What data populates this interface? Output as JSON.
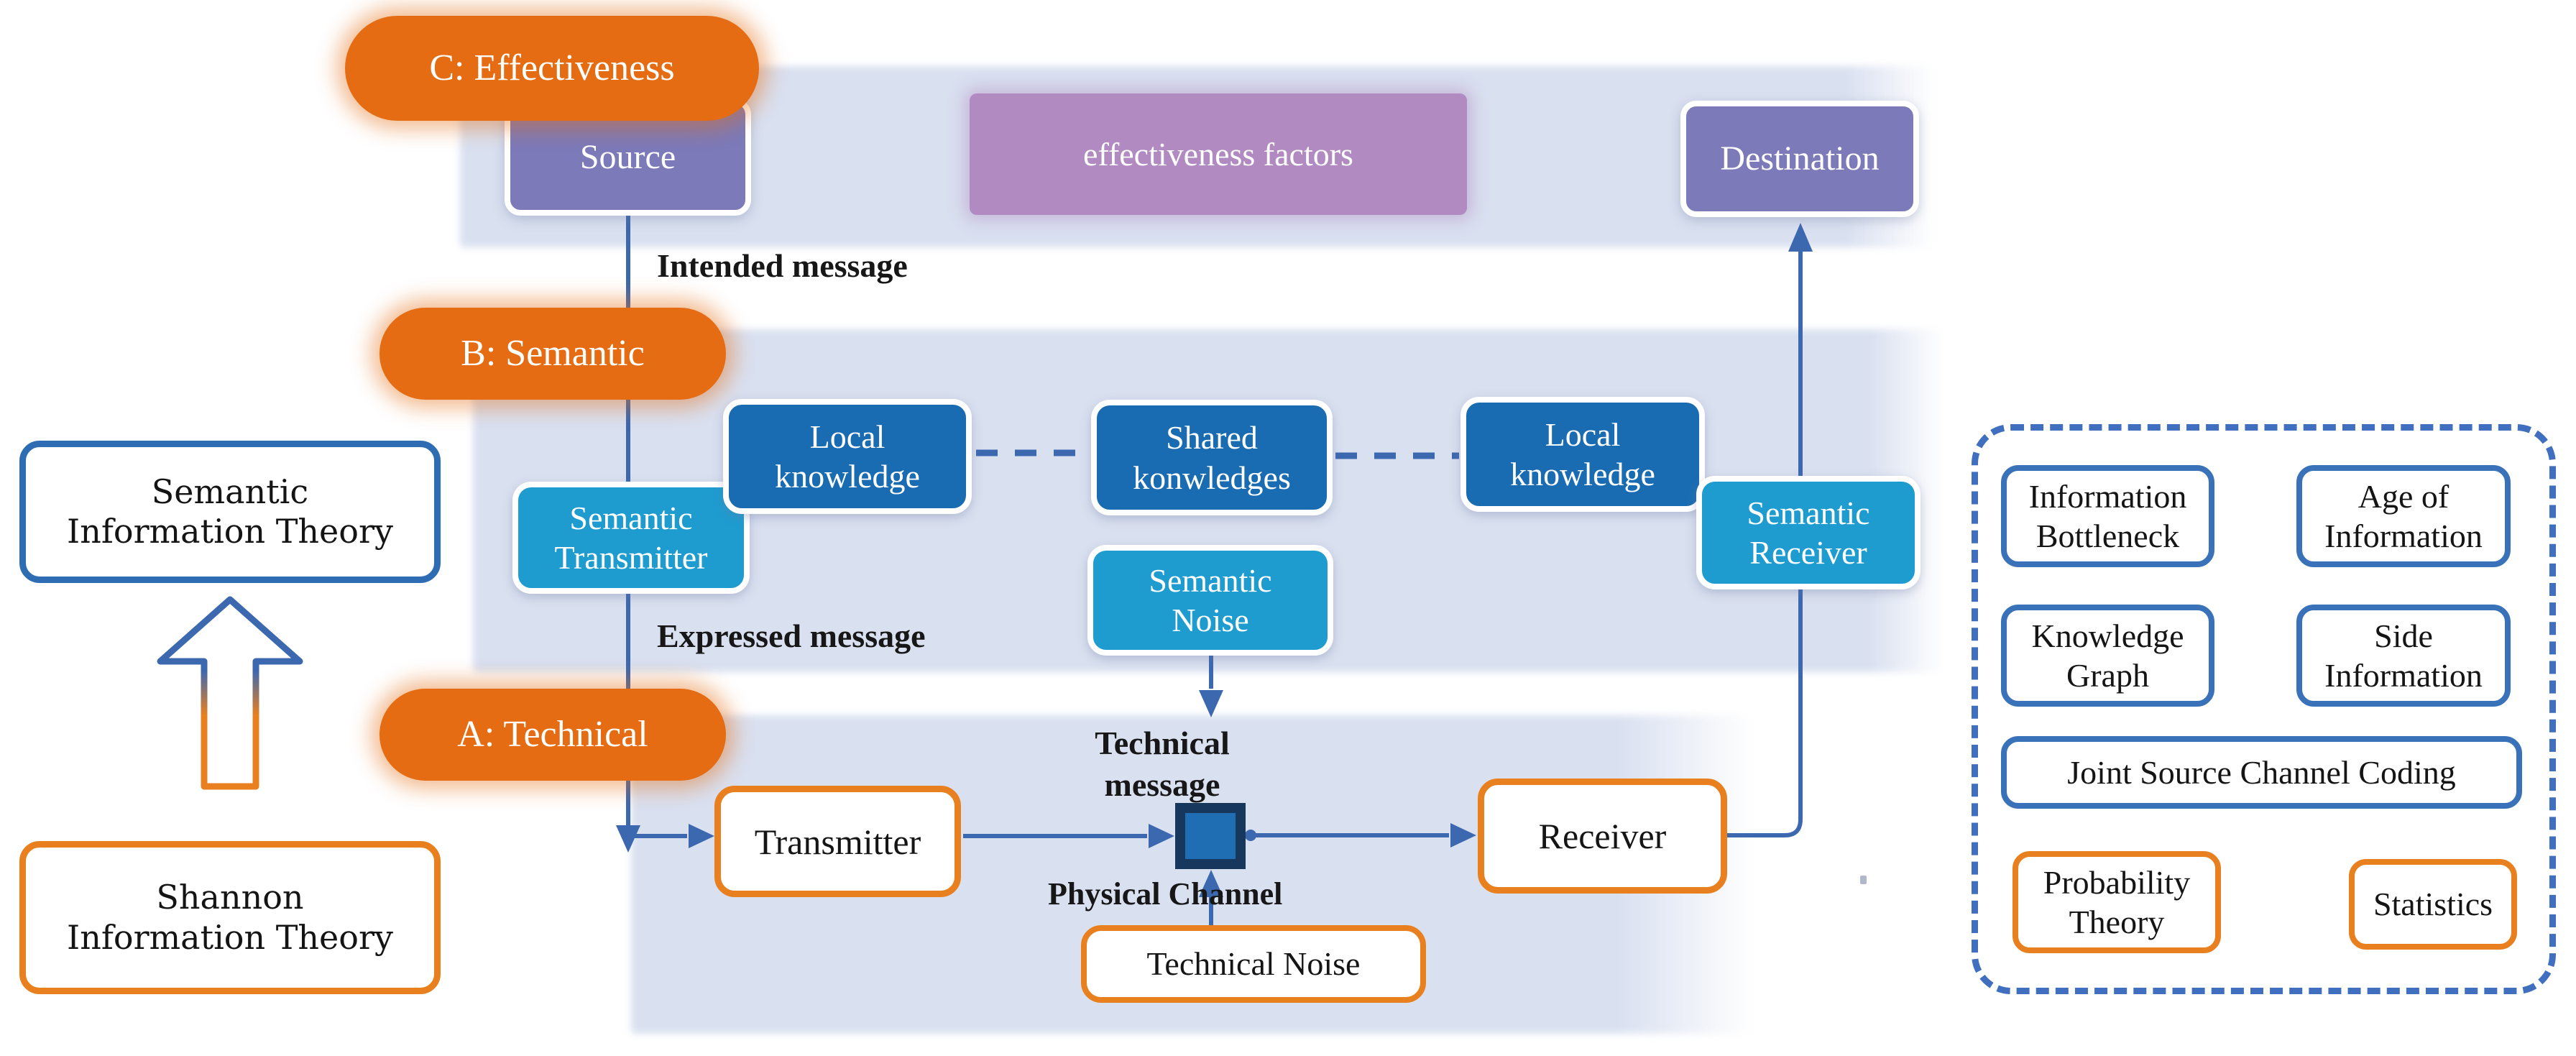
{
  "pills": {
    "c": "C: Effectiveness",
    "b": "B: Semantic",
    "a": "A: Technical"
  },
  "effectiveness_layer": {
    "source": "Source",
    "factors": "effectiveness factors",
    "destination": "Destination"
  },
  "semantic_layer": {
    "transmitter": "Semantic\nTransmitter",
    "local_knowledge_left": "Local\nknowledge",
    "shared_knowledge": "Shared\nkonwledges",
    "local_knowledge_right": "Local\nknowledge",
    "receiver": "Semantic\nReceiver",
    "noise": "Semantic\nNoise"
  },
  "technical_layer": {
    "transmitter": "Transmitter",
    "receiver": "Receiver",
    "noise": "Technical Noise"
  },
  "flow_labels": {
    "intended": "Intended message",
    "expressed": "Expressed message",
    "technical": "Technical\nmessage",
    "physical_channel": "Physical Channel"
  },
  "theories": {
    "semantic": "Semantic\nInformation Theory",
    "shannon": "Shannon\nInformation Theory"
  },
  "toolbox": {
    "items": [
      {
        "label": "Information\nBottleneck",
        "style": "blue"
      },
      {
        "label": "Age of\nInformation",
        "style": "blue"
      },
      {
        "label": "Knowledge\nGraph",
        "style": "blue"
      },
      {
        "label": "Side\nInformation",
        "style": "blue"
      },
      {
        "label": "Joint Source Channel Coding",
        "style": "blue"
      },
      {
        "label": "Probability\nTheory",
        "style": "orange"
      },
      {
        "label": "Statistics",
        "style": "orange"
      }
    ]
  },
  "colors": {
    "pill_orange": "#e56c12",
    "band_lavender": "#d9e0f0",
    "box_purple": "#7c7ab9",
    "box_mauve": "#b18ac1",
    "box_navy": "#1a6cb2",
    "box_cyan": "#1e9cd0",
    "channel_outer": "#17375d",
    "channel_inner": "#1f6eb4",
    "connector_blue": "#3c68b0",
    "border_blue": "#3a72b9",
    "border_orange": "#e9801f",
    "dashed_panel_blue": "#3f6fbe"
  }
}
